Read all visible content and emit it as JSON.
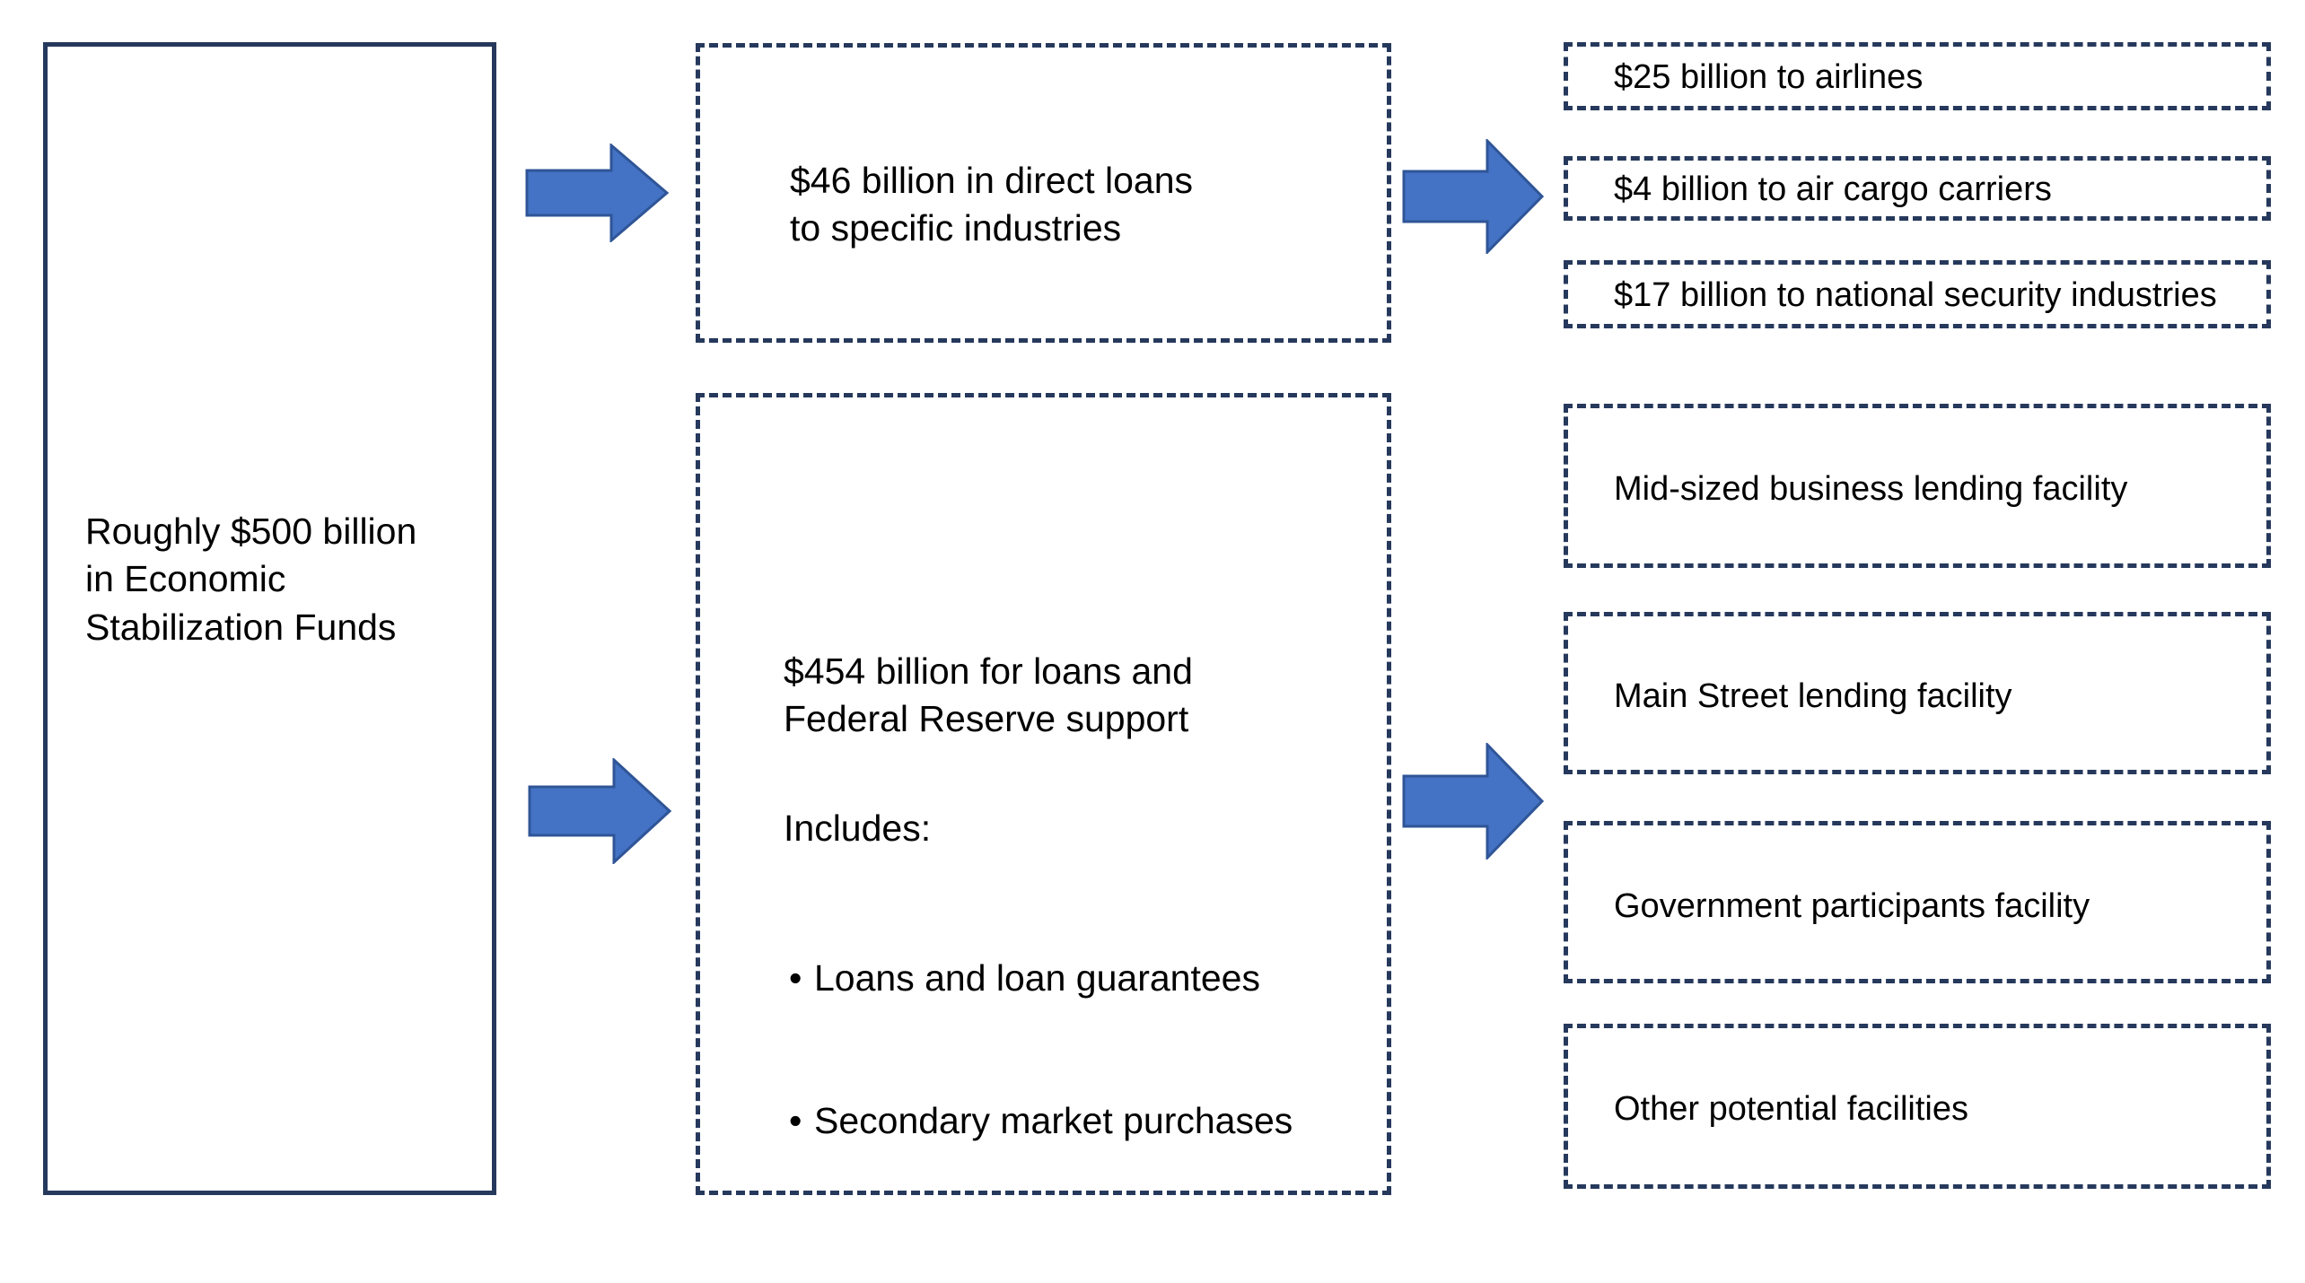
{
  "diagram": {
    "title": "CARES Act Economic Stabilization Funds allocation flow",
    "colors": {
      "box_border": "#26395c",
      "arrow_fill": "#4472c4",
      "arrow_stroke": "#2f5597",
      "background": "#ffffff",
      "text": "#000000"
    },
    "source": {
      "label": "Roughly $500 billion\nin Economic\nStabilization Funds"
    },
    "branches": [
      {
        "label": "$46 billion in direct loans\nto specific industries",
        "outputs": [
          {
            "label": "$25 billion to airlines"
          },
          {
            "label": "$4 billion to air cargo carriers"
          },
          {
            "label": "$17 billion to national security industries"
          }
        ]
      },
      {
        "label": "$454 billion for loans and\nFederal Reserve support",
        "includes_heading": "Includes:",
        "includes": [
          "Loans and loan guarantees",
          "Secondary market purchases"
        ],
        "outputs": [
          {
            "label": "Mid-sized business lending facility"
          },
          {
            "label": "Main Street lending facility"
          },
          {
            "label": "Government participants facility"
          },
          {
            "label": "Other potential facilities"
          }
        ]
      }
    ],
    "arrows": [
      {
        "name": "arrow-source-to-direct-loans"
      },
      {
        "name": "arrow-source-to-fed-support"
      },
      {
        "name": "arrow-direct-loans-to-industries"
      },
      {
        "name": "arrow-fed-support-to-facilities"
      }
    ]
  }
}
